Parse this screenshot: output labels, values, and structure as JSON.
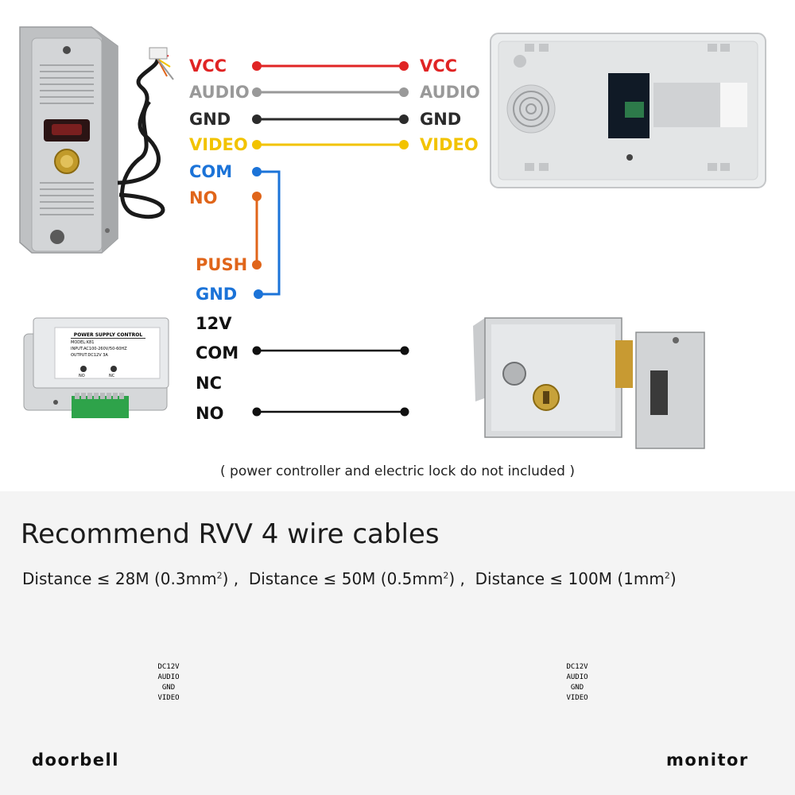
{
  "wiring": {
    "left_labels": [
      "VCC",
      "AUDIO",
      "GND",
      "VIDEO",
      "COM",
      "NO"
    ],
    "right_labels": [
      "VCC",
      "AUDIO",
      "GND",
      "VIDEO"
    ],
    "push_label": "PUSH",
    "push_gnd_label": "GND",
    "controller_labels": [
      "12V",
      "COM",
      "NC",
      "NO"
    ],
    "colors": {
      "vcc": "#e02424",
      "audio": "#999999",
      "gnd": "#2b2b2b",
      "video": "#f2c300",
      "com": "#1b73d8",
      "no": "#e0651a"
    }
  },
  "power_controller": {
    "title": "POWER SUPPLY CONTROL",
    "model": "MODEL:K81",
    "input": "INPUT:AC100-260V/50-60HZ",
    "output": "OUTPUT:DC12V 3A",
    "left_led": "NO",
    "right_led": "NC"
  },
  "note": "( power controller and electric lock do not included )",
  "cables": {
    "heading": "Recommend RVV 4 wire cables",
    "d1": "Distance ≤ 28M (0.3mm",
    "d1_end": ") ,",
    "d2": "Distance ≤ 50M (0.5mm",
    "d2_end": ") ,",
    "d3": "Distance ≤ 100M (1mm",
    "d3_end": ")",
    "sup": "2",
    "wire_labels": [
      "DC12V",
      "AUDIO",
      "GND",
      "VIDEO"
    ],
    "doorbell_caption": "doorbell",
    "monitor_caption": "monitor"
  }
}
